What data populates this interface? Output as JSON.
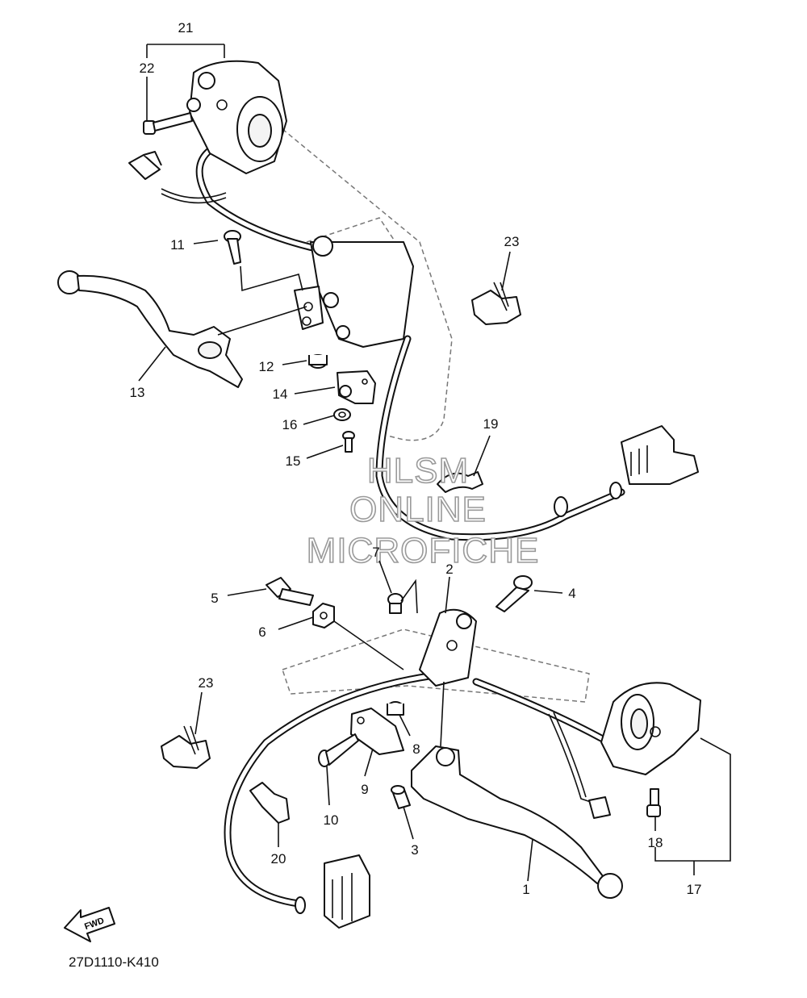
{
  "diagram": {
    "part_numbers": [
      "1",
      "2",
      "3",
      "4",
      "5",
      "6",
      "7",
      "8",
      "9",
      "10",
      "11",
      "12",
      "13",
      "14",
      "15",
      "16",
      "17",
      "18",
      "19",
      "20",
      "21",
      "22",
      "23",
      "23"
    ],
    "watermark": [
      "HLSM",
      "ONLINE",
      "MICROFICHE"
    ],
    "fwd_arrow": "FWD",
    "figure_code": "27D1110-K410"
  }
}
